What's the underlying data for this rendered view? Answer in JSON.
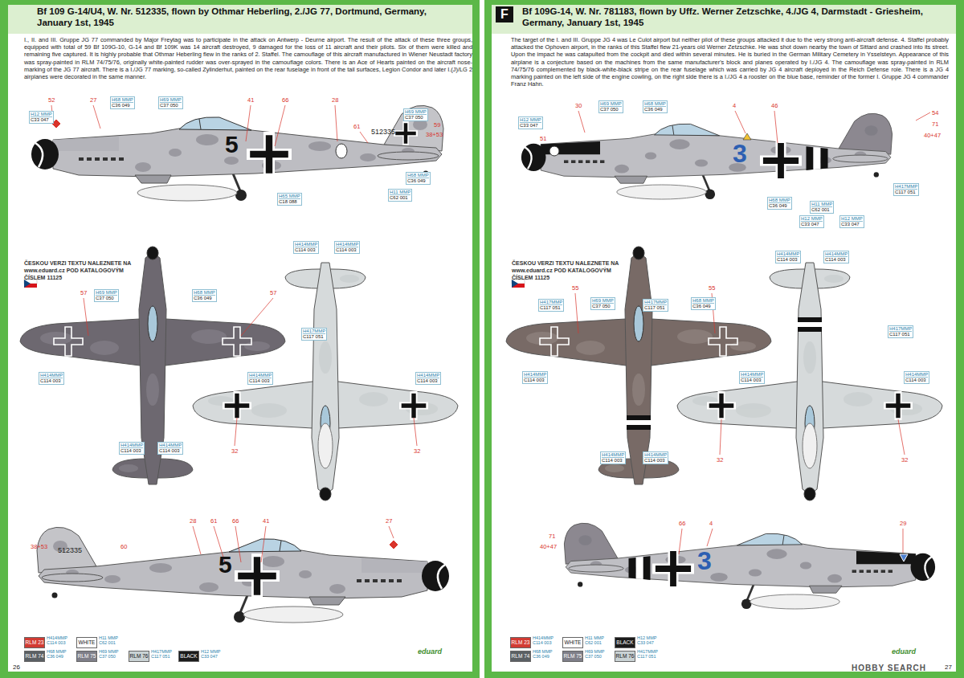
{
  "diagram": {
    "nodes": [
      {
        "text": [
          "H12 MMP",
          "C33 047"
        ]
      },
      {
        "text": [
          "H68 MMP",
          "C36 049"
        ]
      },
      {
        "text": [
          "H69 MMP",
          "C37 050"
        ]
      },
      {
        "text": [
          "H69 MMP",
          "C37 050"
        ]
      },
      {
        "text": [
          "H68 MMP",
          "C36 049"
        ]
      },
      {
        "text": [
          "H11 MMP",
          "C62 001"
        ]
      },
      {
        "text": [
          "H65 MMP",
          "C18 088"
        ]
      },
      {
        "text": [
          "H69 MMP",
          "C37 050"
        ]
      },
      {
        "text": [
          "H68 MMP",
          "C36 049"
        ]
      },
      {
        "text": [
          "H414MMP",
          "C114 003"
        ]
      },
      {
        "text": [
          "H414MMP",
          "C114 003"
        ]
      },
      {
        "text": [
          "H414MMP",
          "C114 003"
        ]
      },
      {
        "text": [
          "H414MMP",
          "C114 003"
        ]
      },
      {
        "text": [
          "H414MMP",
          "C114 003"
        ]
      },
      {
        "text": [
          "H417MMP",
          "C117 051"
        ]
      },
      {
        "text": [
          "H414MMP",
          "C114 003"
        ]
      },
      {
        "text": [
          "H414MMP",
          "C114 003"
        ]
      },
      {
        "text": [
          "H12 MMP",
          "C33 047"
        ]
      },
      {
        "text": [
          "H69 MMP",
          "C37 050"
        ]
      },
      {
        "text": [
          "H68 MMP",
          "C36 049"
        ]
      },
      {
        "text": [
          "H68 MMP",
          "C36 049"
        ]
      },
      {
        "text": [
          "H11 MMP",
          "C62 001"
        ]
      },
      {
        "text": [
          "H417MMP",
          "C117 051"
        ]
      },
      {
        "text": [
          "H12 MMP",
          "C33 047"
        ]
      },
      {
        "text": [
          "H12 MMP",
          "C33 047"
        ]
      },
      {
        "text": [
          "H417MMP",
          "C117 051"
        ]
      },
      {
        "text": [
          "H69 MMP",
          "C37 050"
        ]
      },
      {
        "text": [
          "H417MMP",
          "C117 051"
        ]
      },
      {
        "text": [
          "H68 MMP",
          "C36 049"
        ]
      },
      {
        "text": [
          "H414MMP",
          "C114 003"
        ]
      },
      {
        "text": [
          "H414MMP",
          "C114 003"
        ]
      },
      {
        "text": [
          "H414MMP",
          "C114 003"
        ]
      },
      {
        "text": [
          "H414MMP",
          "C114 003"
        ]
      },
      {
        "text": [
          "H414MMP",
          "C114 003"
        ]
      },
      {
        "text": [
          "H417MMP",
          "C117 051"
        ]
      },
      {
        "text": [
          "H414MMP",
          "C114 003"
        ]
      },
      {
        "text": [
          "H414MMP",
          "C114 003"
        ]
      }
    ],
    "labels": [
      "Bf 109 G-14/U4, W. Nr. 512335, flown by Othmar Heberling, 2./JG 77, Dortmund, Germany, January 1st, 1945",
      "I., II. and III. Gruppe JG 77 commanded by Major Freytag was to participate in the attack on Antwerp - Deurne airport. The result of the attack of these three groups, equipped with total of 59 Bf 109G-10, G-14 and Bf 109K was 14 aircraft destroyed, 9 damaged for the loss of 11 aircraft and their pilots. Six of them were killed and remaining five captured. It is highly probable that Othmar Heberling flew in the ranks of 2. Staffel. The camouflage of this aircraft manufactured in Wiener Neustadt factory was spray-painted in RLM 74/75/76, originally white-painted rudder was over-sprayed in the camouflage colors. There is an Ace of Hearts painted on the aircraft nose-marking of the JG 77 aircraft. There is a I./JG 77 marking, so-called Zylinderhut, painted on the rear fuselage in front of the tail surfaces, Legion Condor and later I.(J)/LG 2 airplanes were decorated in the same manner.",
      "ČESKOU VERZI TEXTU NALEZNETE NA www.eduard.cz POD KATALOGOVÝM ČÍSLEM 11125",
      "52",
      "27",
      "41",
      "66",
      "28",
      "61",
      "59",
      "38+53",
      "512335",
      "5",
      "57",
      "57",
      "32",
      "32",
      "60",
      "38+53",
      "28",
      "61",
      "66",
      "41",
      "27",
      "512335",
      "5",
      "H414MMP C114 003",
      "H11 MMP C62 001",
      "H68 MMP C36 049",
      "H69 MMP C37 050",
      "H417MMP C117 051",
      "H12 MMP C33 047",
      "26",
      "eduard",
      "F",
      "Bf 109G-14, W. Nr. 781183, flown by Uffz. Werner Zetzschke, 4./JG 4, Darmstadt - Griesheim, Germany, January 1st, 1945",
      "The target of the I. and III. Gruppe JG 4 was Le Culot airport but neither pilot of these groups attacked it due to the very strong anti-aircraft defense. 4. Staffel probably attacked the Ophoven airport, in the ranks of this Staffel flew 21-years old Werner Zetzschke. He was shot down nearby the town of Sittard and crashed into its street. Upon the impact he was catapulted from the cockpit and died within several minutes. He is buried in the German Military Cemetery in Ysselsteyn. Appearance of this airplane is a conjecture based on the machines from the same manufacturer's block and planes operated by I./JG 4. The camouflage was spray-painted in RLM 74/75/76 complemented by black-white-black stripe on the rear fuselage which was carried by JG 4 aircraft deployed in the Reich Defense role. There is a JG 4 marking painted on the left side of the engine cowling, on the right side there is a I./JG 4 a rooster on the blue base, reminder of the former I. Gruppe JG 4 commander Franz Hahn.",
      "ČESKOU VERZI TEXTU NALEZNETE NA www.eduard.cz POD KATALOGOVÝM ČÍSLEM 11125",
      "30",
      "51",
      "4",
      "46",
      "54",
      "71",
      "40+47",
      "3",
      "55",
      "55",
      "32",
      "32",
      "71",
      "40+47",
      "66",
      "4",
      "29",
      "3",
      "H414MMP C114 003",
      "H11 MMP C62 001",
      "H12 MMP C33 047",
      "H68 MMP C36 049",
      "H69 MMP C37 050",
      "H417MMP C117 051",
      "27",
      "eduard",
      "HOBBY SEARCH"
    ],
    "legend": [
      {
        "text": "RLM 23",
        "color": "#d23b33"
      },
      {
        "text": "WHITE",
        "color": "#ffffff"
      },
      {
        "text": "RLM 74",
        "color": "#5b6064"
      },
      {
        "text": "RLM 75",
        "color": "#7f7f89"
      },
      {
        "text": "RLM 76",
        "color": "#c9d2d4"
      },
      {
        "text": "BLACK",
        "color": "#1b1b1b"
      },
      {
        "text": "RLM 23",
        "color": "#d23b33"
      },
      {
        "text": "WHITE",
        "color": "#ffffff"
      },
      {
        "text": "BLACK",
        "color": "#1b1b1b"
      },
      {
        "text": "RLM 74",
        "color": "#5b6064"
      },
      {
        "text": "RLM 75",
        "color": "#7f7f89"
      },
      {
        "text": "RLM 76",
        "color": "#c9d2d4"
      }
    ]
  }
}
